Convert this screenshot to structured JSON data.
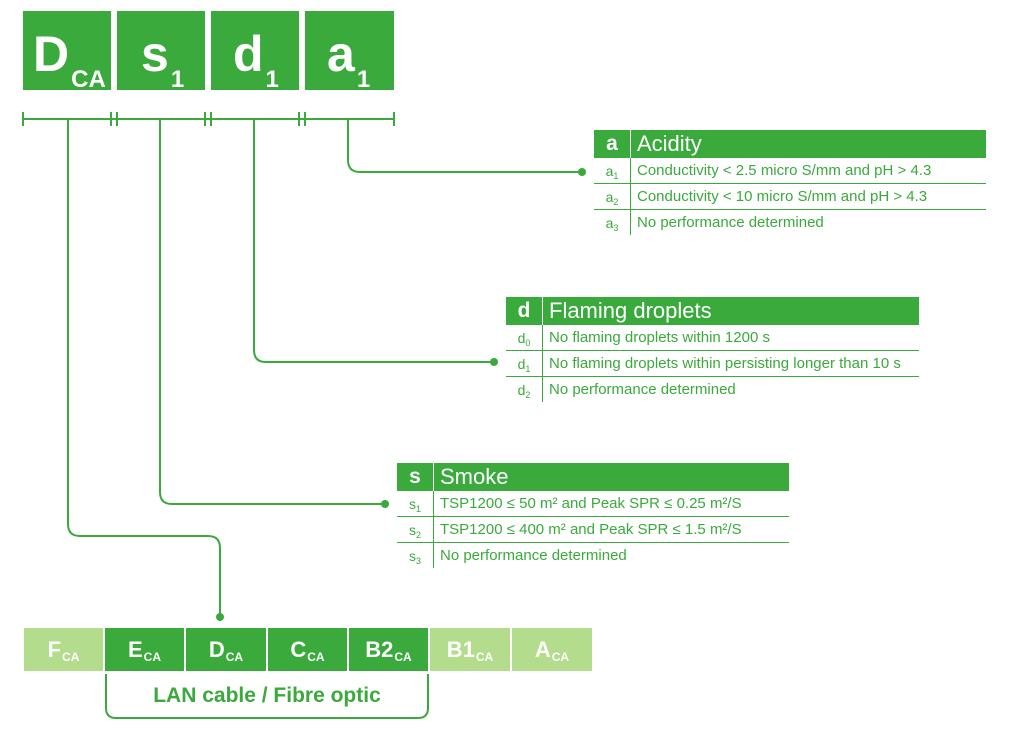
{
  "classification_code": [
    {
      "letter": "D",
      "sub": "CA"
    },
    {
      "letter": "s",
      "sub": "1"
    },
    {
      "letter": "d",
      "sub": "1"
    },
    {
      "letter": "a",
      "sub": "1"
    }
  ],
  "acidity": {
    "key": "a",
    "title": "Acidity",
    "rows": [
      {
        "letter": "a",
        "sub": "1",
        "text": "Conductivity < 2.5 micro S/mm and pH > 4.3"
      },
      {
        "letter": "a",
        "sub": "2",
        "text": "Conductivity < 10 micro S/mm and pH > 4.3"
      },
      {
        "letter": "a",
        "sub": "3",
        "text": "No performance determined"
      }
    ]
  },
  "droplets": {
    "key": "d",
    "title": "Flaming droplets",
    "rows": [
      {
        "letter": "d",
        "sub": "0",
        "text": "No flaming droplets within 1200 s"
      },
      {
        "letter": "d",
        "sub": "1",
        "text": "No flaming droplets within persisting longer than 10 s"
      },
      {
        "letter": "d",
        "sub": "2",
        "text": "No performance determined"
      }
    ]
  },
  "smoke": {
    "key": "s",
    "title": "Smoke",
    "rows": [
      {
        "letter": "s",
        "sub": "1",
        "text": "TSP1200 ≤ 50 m² and Peak SPR ≤ 0.25 m²/S"
      },
      {
        "letter": "s",
        "sub": "2",
        "text": "TSP1200 ≤ 400 m² and Peak SPR ≤ 1.5 m²/S"
      },
      {
        "letter": "s",
        "sub": "3",
        "text": "No performance determined"
      }
    ]
  },
  "euroclasses": [
    {
      "letter": "F",
      "sub": "CA",
      "highlight": false
    },
    {
      "letter": "E",
      "sub": "CA",
      "highlight": true
    },
    {
      "letter": "D",
      "sub": "CA",
      "highlight": true
    },
    {
      "letter": "C",
      "sub": "CA",
      "highlight": true
    },
    {
      "letter": "B2",
      "sub": "CA",
      "highlight": true
    },
    {
      "letter": "B1",
      "sub": "CA",
      "highlight": false
    },
    {
      "letter": "A",
      "sub": "CA",
      "highlight": false
    }
  ],
  "bracket_label": "LAN cable / Fibre optic",
  "colors": {
    "green": "#3aaa3c",
    "light_green": "#b3dc8d"
  }
}
